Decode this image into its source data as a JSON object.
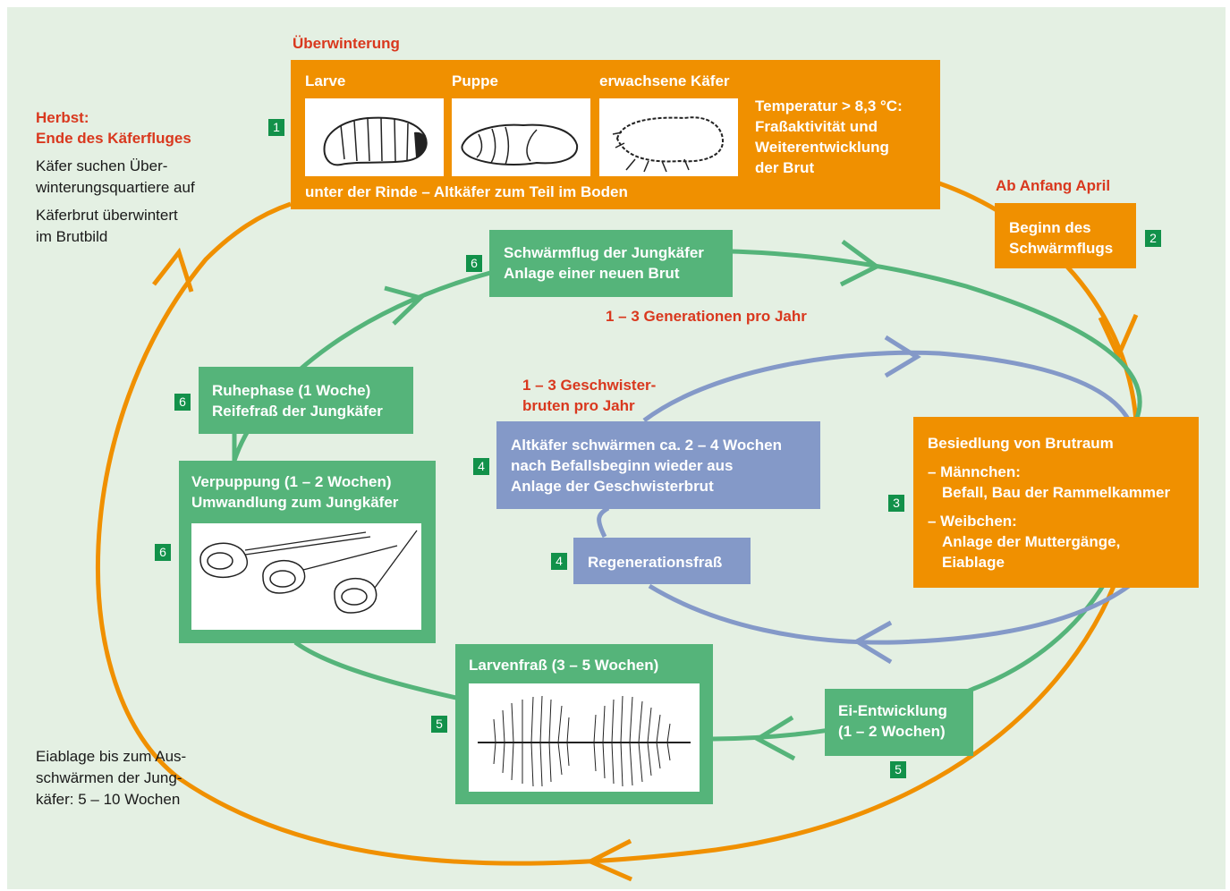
{
  "colors": {
    "background": "#e4f0e3",
    "orange": "#f09000",
    "green": "#55b47a",
    "blue": "#8499c8",
    "red_text": "#d9381e",
    "badge": "#12914a"
  },
  "overwintering": {
    "heading": "Überwinterung",
    "label_larva": "Larve",
    "label_pupa": "Puppe",
    "label_adult": "erwachsene Käfer",
    "temperature": [
      "Temperatur > 8,3 °C:",
      "Fraßaktivität und",
      "Weiterentwicklung",
      "der Brut"
    ],
    "footer": "unter der Rinde – Altkäfer zum Teil im Boden",
    "num": "1"
  },
  "autumn": {
    "heading": [
      "Herbst:",
      "Ende des Käferfluges"
    ],
    "text1": [
      "Käfer suchen Über-",
      "winterungsquartiere auf"
    ],
    "text2": [
      "Käferbrut überwintert",
      "im Brutbild"
    ]
  },
  "april": {
    "heading": "Ab Anfang April",
    "box": [
      "Beginn des",
      "Schwärmflugs"
    ],
    "num": "2"
  },
  "swarm_young": {
    "box": [
      "Schwärmflug der Jungkäfer",
      "Anlage einer neuen Brut"
    ],
    "num": "6"
  },
  "generations": "1 – 3 Generationen pro Jahr",
  "sibling_broods": [
    "1 – 3 Geschwister-",
    "bruten pro Jahr"
  ],
  "rest_phase": {
    "box": [
      "Ruhephase (1 Woche)",
      "Reifefraß der Jungkäfer"
    ],
    "num": "6"
  },
  "old_beetles": {
    "box": [
      "Altkäfer schwärmen ca. 2 – 4 Wochen",
      "nach Befallsbeginn wieder aus",
      "Anlage der Geschwisterbrut"
    ],
    "num": "4"
  },
  "colonization": {
    "title": "Besiedlung von Brutraum",
    "male": [
      "– Männchen:",
      "Befall, Bau der Rammelkammer"
    ],
    "female": [
      "– Weibchen:",
      "Anlage der Muttergänge,",
      "Eiablage"
    ],
    "num": "3"
  },
  "pupation": {
    "box": [
      "Verpuppung (1 – 2 Wochen)",
      "Umwandlung zum Jungkäfer"
    ],
    "num": "6"
  },
  "regeneration": {
    "box": "Regenerationsfraß",
    "num": "4"
  },
  "larval_feeding": {
    "box": "Larvenfraß (3 – 5 Wochen)",
    "num": "5"
  },
  "egg_development": {
    "box": [
      "Ei-Entwicklung",
      "(1 – 2 Wochen)"
    ],
    "num": "5"
  },
  "bottom_note": [
    "Eiablage bis zum Aus-",
    "schwärmen der Jung-",
    "käfer: 5 – 10 Wochen"
  ]
}
